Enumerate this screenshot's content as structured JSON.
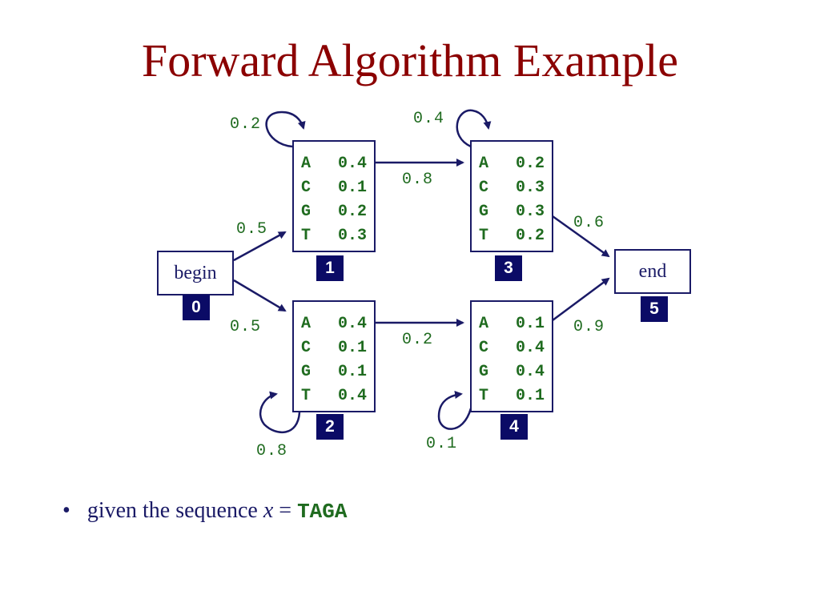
{
  "title": "Forward Algorithm Example",
  "begin": {
    "label": "begin",
    "id": "0"
  },
  "end": {
    "label": "end",
    "id": "5"
  },
  "states": [
    {
      "id": "1",
      "emissions": [
        {
          "symbol": "A",
          "prob": "0.4"
        },
        {
          "symbol": "C",
          "prob": "0.1"
        },
        {
          "symbol": "G",
          "prob": "0.2"
        },
        {
          "symbol": "T",
          "prob": "0.3"
        }
      ]
    },
    {
      "id": "2",
      "emissions": [
        {
          "symbol": "A",
          "prob": "0.4"
        },
        {
          "symbol": "C",
          "prob": "0.1"
        },
        {
          "symbol": "G",
          "prob": "0.1"
        },
        {
          "symbol": "T",
          "prob": "0.4"
        }
      ]
    },
    {
      "id": "3",
      "emissions": [
        {
          "symbol": "A",
          "prob": "0.2"
        },
        {
          "symbol": "C",
          "prob": "0.3"
        },
        {
          "symbol": "G",
          "prob": "0.3"
        },
        {
          "symbol": "T",
          "prob": "0.2"
        }
      ]
    },
    {
      "id": "4",
      "emissions": [
        {
          "symbol": "A",
          "prob": "0.1"
        },
        {
          "symbol": "C",
          "prob": "0.4"
        },
        {
          "symbol": "G",
          "prob": "0.4"
        },
        {
          "symbol": "T",
          "prob": "0.1"
        }
      ]
    }
  ],
  "transitions": {
    "self_1": "0.2",
    "self_3": "0.4",
    "self_2": "0.8",
    "self_4": "0.1",
    "begin_1": "0.5",
    "begin_2": "0.5",
    "s1_s3": "0.8",
    "s2_s4": "0.2",
    "s3_end": "0.6",
    "s4_end": "0.9"
  },
  "bullet": {
    "marker": "•",
    "text": "given the sequence ",
    "var": "x",
    "eq": " = ",
    "sequence": "TAGA"
  },
  "colors": {
    "title": "#8b0000",
    "navy": "#1a1a66",
    "badge": "#0b0b66",
    "green": "#1f6b1f"
  }
}
